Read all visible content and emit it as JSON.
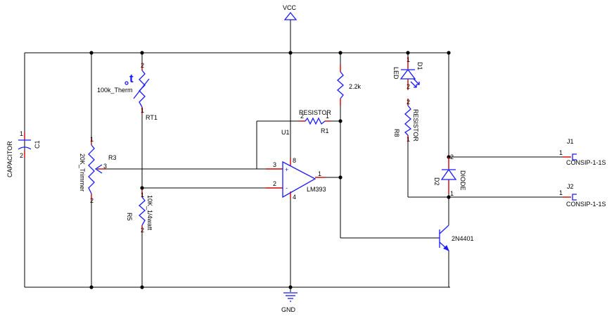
{
  "labels": {
    "vcc": "VCC",
    "gnd": "GND",
    "capacitor_value": "CAPACITOR",
    "capacitor_ref": "C1",
    "thermistor_value": "100k_Therm",
    "thermistor_ref": "RT1",
    "thermistor_symbol": "t",
    "trimmer_value": "20K_Trimmer",
    "trimmer_ref": "R3",
    "r5_value": "10K_1/4watt",
    "r5_ref": "R5",
    "r1_value": "RESISTOR",
    "r1_ref": "R1",
    "pullup_value": "2.2k",
    "comparator_ref": "U1",
    "comparator_value": "LM393",
    "led_value": "LED",
    "led_ref": "D1",
    "r8_value": "RESISTOR",
    "r8_ref": "R8",
    "diode_value": "DIODE",
    "diode_ref": "D2",
    "transistor_value": "2N4401",
    "j1_ref": "J1",
    "j1_value": "CONSIP-1-1S",
    "j2_ref": "J2",
    "j2_value": "CONSIP-1-1S"
  },
  "pins": {
    "c1_top": "1",
    "c1_bottom": "2",
    "rt1_top": "2",
    "rt1_bottom": "1",
    "r3_top": "1",
    "r3_wiper": "3",
    "r3_bottom": "2",
    "r5_top": "1",
    "r5_bottom": "2",
    "r1_left": "2",
    "r1_right": "1",
    "u1_plus_num": "3",
    "u1_minus_num": "2",
    "u1_plus": "+",
    "u1_minus": "-",
    "u1_vcc": "8",
    "u1_gnd": "4",
    "u1_out": "1",
    "d1_top": "1",
    "d1_bottom": "2",
    "r8_top": "2",
    "r8_bottom": "1",
    "d2_top": "2",
    "d2_bottom": "1",
    "j1_pin": "1",
    "j2_pin": "1"
  }
}
